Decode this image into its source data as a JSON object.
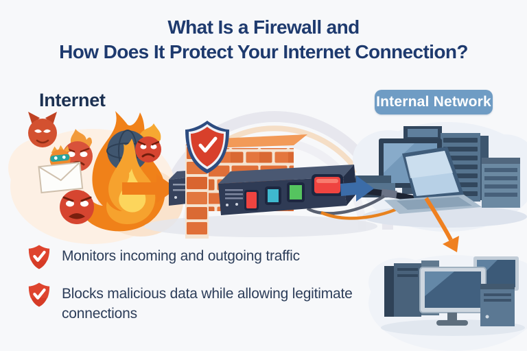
{
  "title": {
    "line1": "What Is a Firewall and",
    "line2": "How Does It Protect Your Internet Connection?"
  },
  "labels": {
    "internet": "Internet",
    "internal_network": "Internal Network"
  },
  "bullets": [
    {
      "icon": "shield-check-icon",
      "lines": [
        "Monitors incoming and outgoing traffic",
        ""
      ]
    },
    {
      "icon": "shield-check-icon",
      "lines": [
        "Blocks malicious data while allowing legitimate",
        "connections"
      ]
    }
  ],
  "illustrations": {
    "left": "internet-threats-on-fire",
    "center": "brick-firewall-with-shield-and-router",
    "right_top": "internal-network-devices-cloud",
    "right_bottom": "protected-computers-cloud"
  },
  "colors": {
    "background": "#f7f8fa",
    "title": "#1e3a6e",
    "label_text": "#1c3152",
    "badge_background": "#6f9cc4",
    "badge_text": "#ffffff",
    "bullet_text": "#2c3d59",
    "shield_red": "#d8402b",
    "shield_border_navy": "#2d4c80",
    "arrow_orange": "#ef7d1a",
    "arrow_blue": "#3b6ca8",
    "flame_orange": "#f08119",
    "flame_yellow": "#fcd55c",
    "brick_orange": "#e06f38",
    "router_navy": "#2f3b55",
    "device_blue": "#56748f"
  }
}
